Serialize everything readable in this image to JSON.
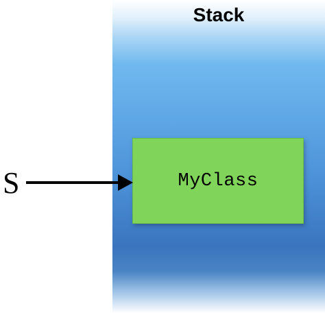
{
  "stack": {
    "title": "Stack"
  },
  "object": {
    "label": "MyClass",
    "fill_color": "#81d45a"
  },
  "reference": {
    "variable": "S"
  },
  "colors": {
    "stack_top": "#ffffff",
    "stack_mid": "#5fa8e6",
    "stack_deep": "#3a74be",
    "arrow": "#000000"
  }
}
